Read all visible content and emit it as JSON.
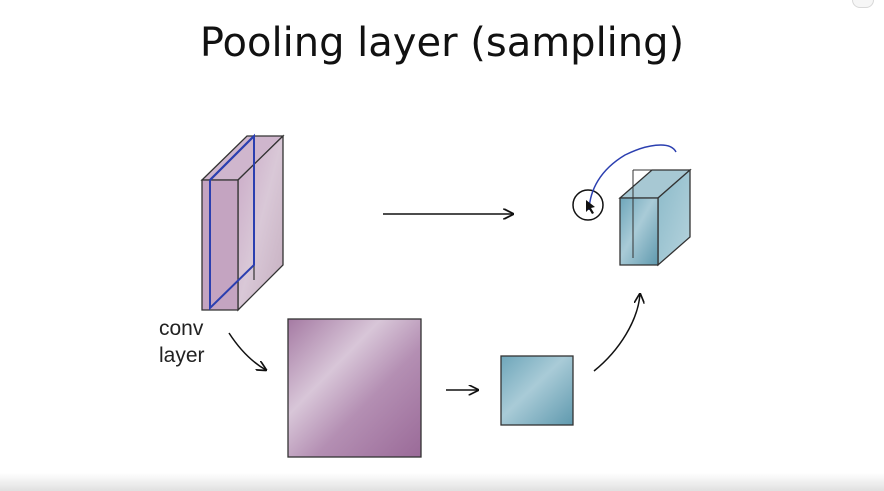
{
  "title": "Pooling layer (sampling)",
  "labels": {
    "conv_line1": "conv",
    "conv_line2": "layer"
  },
  "colors": {
    "purple": "#b892b6",
    "teal": "#7fb3c4",
    "pen_blue": "#2b3fb0",
    "ink": "#111111"
  }
}
